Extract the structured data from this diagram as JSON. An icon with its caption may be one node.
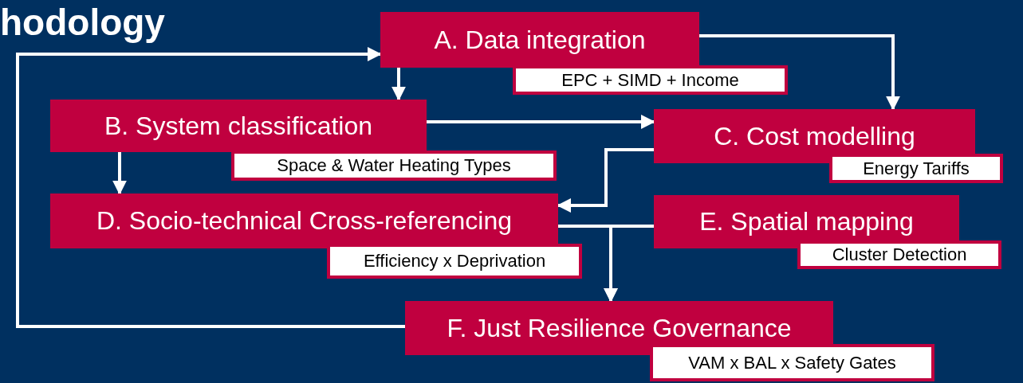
{
  "diagram": {
    "title": "hodology",
    "nodes": [
      {
        "text": [
          "A. Data integration"
        ]
      },
      {
        "text": [
          "EPC + SIMD + Income"
        ]
      },
      {
        "text": [
          "B. System classification"
        ]
      },
      {
        "text": [
          "Space & Water Heating Types"
        ]
      },
      {
        "text": [
          "C. Cost modelling"
        ]
      },
      {
        "text": [
          "Energy Tariffs"
        ]
      },
      {
        "text": [
          "D. Socio-technical Cross-referencing"
        ]
      },
      {
        "text": [
          "Efficiency x Deprivation"
        ]
      },
      {
        "text": [
          "E. Spatial mapping"
        ]
      },
      {
        "text": [
          "Cluster Detection"
        ]
      },
      {
        "text": [
          "F. Just Resilience Governance"
        ]
      },
      {
        "text": [
          "VAM x BAL x Safety Gates"
        ]
      }
    ],
    "edges": [
      {
        "from": 10,
        "to": 0,
        "arrow": "to"
      },
      {
        "from": 0,
        "to": 2,
        "arrow": "to"
      },
      {
        "from": 0,
        "to": 4,
        "arrow": "to"
      },
      {
        "from": 2,
        "to": 4,
        "arrow": "to"
      },
      {
        "from": 2,
        "to": 6,
        "arrow": "to"
      },
      {
        "from": 4,
        "to": 6,
        "arrow": "to"
      },
      {
        "from": 6,
        "to": 10,
        "arrow": "to"
      },
      {
        "from": 8,
        "to": 10,
        "arrow": "to"
      }
    ]
  }
}
